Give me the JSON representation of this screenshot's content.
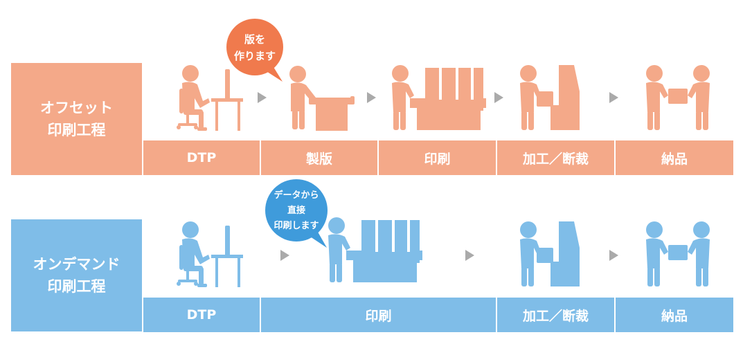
{
  "colors": {
    "offset": "#f4a989",
    "offset_bubble": "#f07a4d",
    "ondemand": "#7fbde8",
    "ondemand_bubble": "#3f9bdb",
    "arrow": "#aaaaaa"
  },
  "offset_row": {
    "label_line1": "オフセット",
    "label_line2": "印刷工程",
    "bubble_line1": "版を",
    "bubble_line2": "作ります",
    "steps": [
      "DTP",
      "製版",
      "印刷",
      "加工／断裁",
      "納品"
    ]
  },
  "ondemand_row": {
    "label_line1": "オンデマンド",
    "label_line2": "印刷工程",
    "bubble_line1": "データから",
    "bubble_line2": "直接",
    "bubble_line3": "印刷します",
    "steps": [
      "DTP",
      "印刷",
      "加工／断裁",
      "納品"
    ]
  },
  "icons": {
    "desk_worker": "person-at-computer-icon",
    "platemaker": "person-making-plate-icon",
    "press": "printing-press-icon",
    "cutter": "cutting-machine-icon",
    "delivery": "delivery-handover-icon",
    "arrow": "arrow-right-icon"
  }
}
